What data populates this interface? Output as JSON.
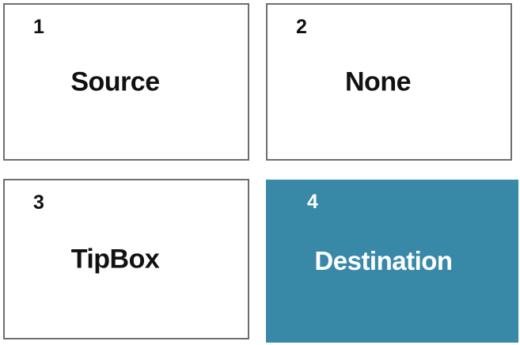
{
  "layout": {
    "rows": 2,
    "columns": 2,
    "background_color": "#ffffff",
    "border_color": "#6e6e6e",
    "highlight_color": "#3888a8",
    "text_color": "#111111",
    "highlight_text_color": "#ffffff"
  },
  "panels": [
    {
      "index": "1",
      "label": "Source",
      "highlighted": false
    },
    {
      "index": "2",
      "label": "None",
      "highlighted": false
    },
    {
      "index": "3",
      "label": "TipBox",
      "highlighted": false
    },
    {
      "index": "4",
      "label": "Destination",
      "highlighted": true
    }
  ]
}
